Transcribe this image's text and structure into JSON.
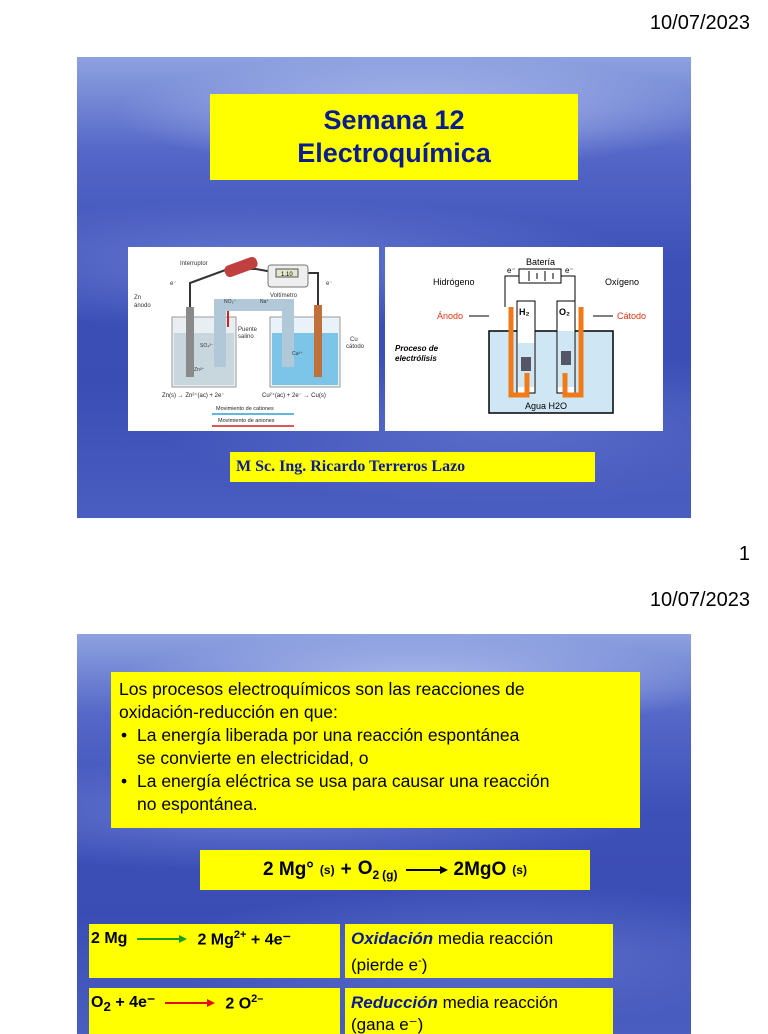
{
  "pages": [
    {
      "date": "10/07/2023",
      "number": "1"
    },
    {
      "date": "10/07/2023"
    }
  ],
  "slide1": {
    "title_line1": "Semana 12",
    "title_line2": "Electroquímica",
    "author": "M Sc. Ing. Ricardo Terreros Lazo",
    "galvanic_image": {
      "labels": {
        "interruptor": "Interruptor",
        "voltimetro": "Voltímetro",
        "display": "1.10",
        "zn_anodo": "Zn\nánodo",
        "zn": "Zn",
        "anodo": "ánodo",
        "puente": "Puente",
        "salino": "salino",
        "cu": "Cu",
        "catodo": "cátodo",
        "eminus": "e⁻",
        "no3": "NO₃⁻",
        "na": "Na⁺",
        "so4": "SO₄²⁻",
        "zn2": "Zn²⁺",
        "cu2": "Cu²⁺",
        "eq_left": "Zn(s) → Zn²⁺(ac) + 2e⁻",
        "eq_right": "Cu²⁺(ac) + 2e⁻ → Cu(s)",
        "cationes": "Movimiento de cationes",
        "aniones": "Movimiento de aniones"
      }
    },
    "electrolysis_image": {
      "labels": {
        "bateria": "Batería",
        "hidrogeno": "Hidrógeno",
        "oxigeno": "Oxígeno",
        "anodo": "Ánodo",
        "catodo": "Cátodo",
        "h2": "H₂",
        "o2": "O₂",
        "eminus": "e⁻",
        "proceso1": "Proceso de",
        "proceso2": "electrólisis",
        "agua": "Agua H2O"
      }
    }
  },
  "slide2": {
    "intro_line1": "Los procesos electroquímicos son las reacciones de",
    "intro_line2": "oxidación-reducción en que:",
    "bullet1_line1": "La energía liberada por una reacción espontánea",
    "bullet1_line2": "se convierte en electricidad, o",
    "bullet2_line1": "La energía eléctrica se usa para causar una reacción",
    "bullet2_line2": "no espontánea.",
    "bullet_symbol": "•",
    "equation": {
      "lhs1": "2 Mg°",
      "lhs1_state": "(s)",
      "plus": "+",
      "lhs2": "O",
      "lhs2_sub": "2",
      "lhs2_state": "(g)",
      "rhs": "2MgO",
      "rhs_state": "(s)"
    },
    "oxidation": {
      "left": "2 Mg",
      "right": "2 Mg",
      "right_sup": "2+",
      "right_tail": "+ 4e⁻",
      "label_bold": "Oxidación",
      "label_rest": "media reacción",
      "label_line2_pre": "(pierde e",
      "label_line2_sup": "-",
      "label_line2_post": ")"
    },
    "reduction": {
      "left": "O",
      "left_sub": "2",
      "left_tail": "+ 4e⁻",
      "right": "2 O",
      "right_sup": "2–",
      "label_bold": "Reducción",
      "label_rest": "media reacción",
      "label_line2": "(gana e⁻)"
    }
  },
  "colors": {
    "yellow": "#ffff00",
    "title_blue": "#0b1d8c",
    "slide_blue": "#3d50b8",
    "arrow_green": "#1aa01a",
    "arrow_red": "#e01010",
    "electrode_orange": "#f07a1a"
  }
}
